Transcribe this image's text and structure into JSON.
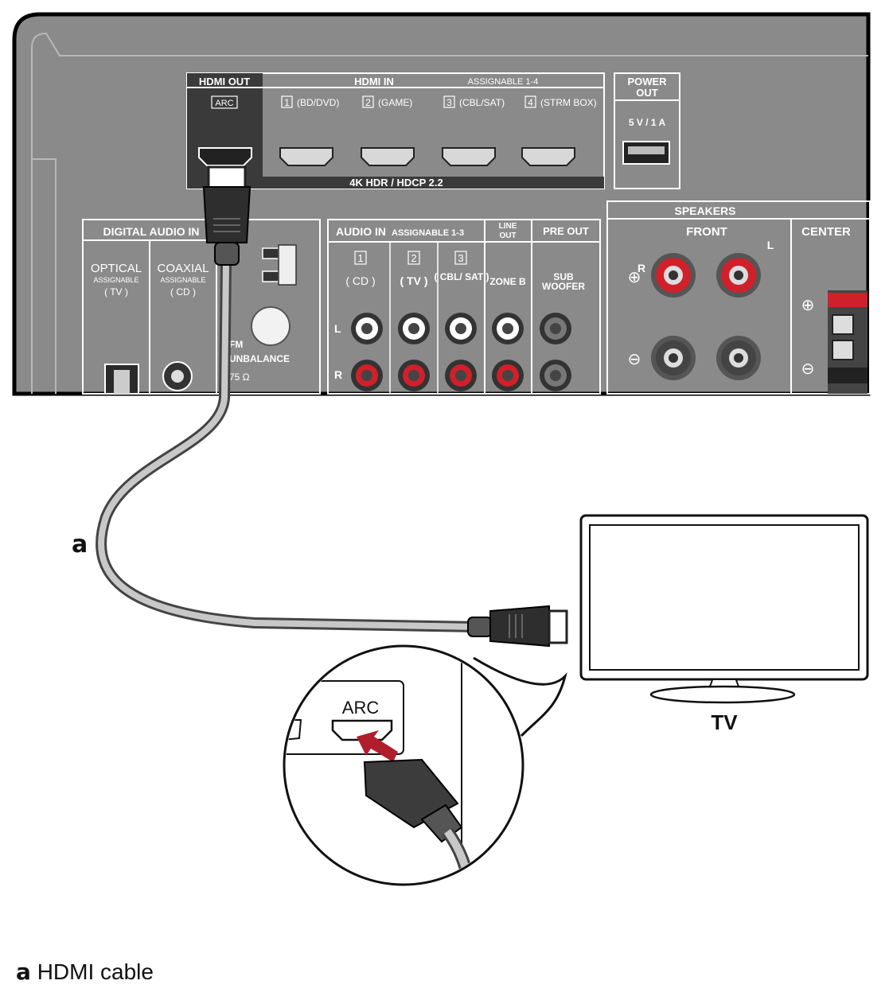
{
  "panel": {
    "hdmi_out": "HDMI OUT",
    "arc_badge": "ARC",
    "hdmi_in": "HDMI IN",
    "assignable_range": "ASSIGNABLE 1-4",
    "inputs": [
      {
        "num": "1",
        "name": "(BD/DVD)"
      },
      {
        "num": "2",
        "name": "(GAME)"
      },
      {
        "num": "3",
        "name": "(CBL/SAT)"
      },
      {
        "num": "4",
        "name": "(STRM BOX)"
      }
    ],
    "hdcp_label": "4K HDR / HDCP 2.2",
    "power_out": [
      "POWER",
      "OUT"
    ],
    "power_rating": "5 V / 1 A",
    "digital_audio_in": "DIGITAL AUDIO IN",
    "optical": "OPTICAL",
    "optical_assignable": "ASSIGNABLE",
    "optical_sub": "( TV )",
    "coaxial": "COAXIAL",
    "coaxial_assignable": "ASSIGNABLE",
    "coaxial_sub": "( CD )",
    "fm": "FM",
    "unbalance": "UNBALANCE",
    "ohm": "75 Ω",
    "audio_in": "AUDIO IN",
    "audio_assignable": "ASSIGNABLE 1-3",
    "audio_inputs": [
      {
        "num": "1",
        "name": "( CD )"
      },
      {
        "num": "2",
        "name": "( TV )"
      },
      {
        "num": "3",
        "name": "( CBL/ SAT )"
      }
    ],
    "line_out": [
      "LINE",
      "OUT"
    ],
    "zone_b": "ZONE B",
    "pre_out": "PRE OUT",
    "sub_woofer": [
      "SUB",
      "WOOFER"
    ],
    "ch_l": "L",
    "ch_r": "R",
    "speakers": "SPEAKERS",
    "front": "FRONT",
    "center": "CENTER",
    "front_r": "R",
    "front_l": "L",
    "plus": "⊕",
    "minus": "⊖"
  },
  "callout": {
    "letter": "a",
    "arc": "ARC"
  },
  "tv_label": "TV",
  "caption": {
    "letter": "a",
    "text": "HDMI cable"
  },
  "colors": {
    "panel": "#8a8a8a",
    "hdmi_out_bg": "#3a3a3a",
    "red_jack": "#d0202a",
    "arrow": "#b01e2d"
  }
}
